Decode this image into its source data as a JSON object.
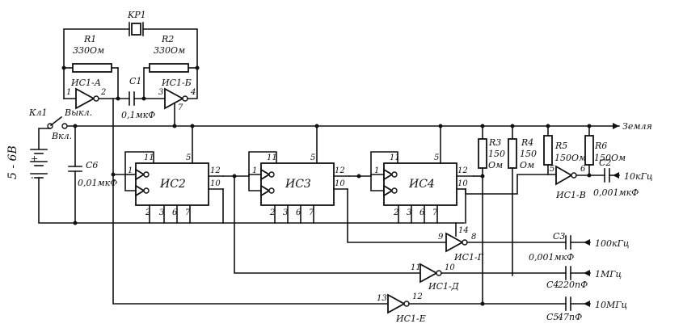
{
  "crystal": {
    "label": "KP1"
  },
  "r1": {
    "label": "R1",
    "value": "330Ом"
  },
  "r2": {
    "label": "R2",
    "value": "330Ом"
  },
  "c1": {
    "label": "C1",
    "value": "0,1мкФ"
  },
  "gate_a": {
    "label": "ИС1-А",
    "pin_in": "1",
    "pin_out": "2"
  },
  "gate_b": {
    "label": "ИС1-Б",
    "pin_in": "3",
    "pin_out": "4",
    "pin_gnd": "7"
  },
  "switch": {
    "label": "Кл1",
    "off": "Выкл.",
    "on": "Вкл."
  },
  "battery": {
    "label": "5 - 6В",
    "plus": "+",
    "minus": "-"
  },
  "c6": {
    "label": "C6",
    "value": "0,01мкФ"
  },
  "ground_label": "Земля",
  "counters": [
    {
      "label": "ИС2",
      "p11": "11",
      "p5": "5",
      "p1": "1",
      "p12": "12",
      "p10": "10",
      "bottom": [
        "2",
        "3",
        "6",
        "7"
      ]
    },
    {
      "label": "ИС3",
      "p11": "11",
      "p5": "5",
      "p1": "1",
      "p12": "12",
      "p10": "10",
      "bottom": [
        "2",
        "3",
        "6",
        "7"
      ]
    },
    {
      "label": "ИС4",
      "p11": "11",
      "p5": "5",
      "p1": "1",
      "p12": "12",
      "p10": "10",
      "bottom": [
        "2",
        "3",
        "6",
        "7"
      ]
    }
  ],
  "r3": {
    "label": "R3",
    "value1": "150",
    "value2": "Ом"
  },
  "r4": {
    "label": "R4",
    "value1": "150",
    "value2": "Ом"
  },
  "r5": {
    "label": "R5",
    "value": "150Ом"
  },
  "r6": {
    "label": "R6",
    "value": "150Ом"
  },
  "gate_v": {
    "label": "ИС1-В",
    "pin_in": "5",
    "pin_out": "6"
  },
  "gate_g": {
    "label": "ИС1-Г",
    "pin_in": "9",
    "pin_out": "8",
    "pin_vcc": "14"
  },
  "gate_d": {
    "label": "ИС1-Д",
    "pin_in": "11",
    "pin_out": "10"
  },
  "gate_e": {
    "label": "ИС1-Е",
    "pin_in": "13",
    "pin_out": "12"
  },
  "outputs": [
    {
      "cap": "C2",
      "value": "0,001мкФ",
      "freq": "10кГц"
    },
    {
      "cap": "C3",
      "value": "0,001мкФ",
      "freq": "100кГц"
    },
    {
      "cap": "C4",
      "value": "220пФ",
      "freq": "1МГц"
    },
    {
      "cap": "C5",
      "value": "47пФ",
      "freq": "10МГц"
    }
  ]
}
